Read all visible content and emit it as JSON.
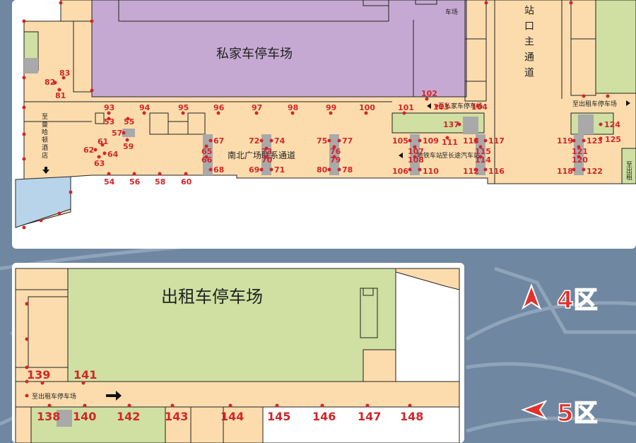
{
  "areas": {
    "private_parking": "私家车停车场",
    "private_parking_side": "车场",
    "taxi_parking": "出租车停车场",
    "exit_channel": "下一层出站口主通道",
    "south_plaza_channel": "南北广场联系通道",
    "hotel_label": "至曼哈顿酒店",
    "to_private_parking": "至私家车停车场",
    "to_metro": "地铁车站",
    "to_bus": "至长途汽车站",
    "to_taxi_upper": "至出租车停车场",
    "to_taxi_lower": "至出租车停车场",
    "edge_label": "至出租"
  },
  "zones": [
    {
      "name": "4区"
    },
    {
      "name": "5区"
    }
  ],
  "colors": {
    "background": "#6f87a0",
    "floor": "#fcdcad",
    "private_parking": "#c6a9d2",
    "taxi_parking": "#cfe0a2",
    "marker": "#d1262a",
    "zone_text": "#e0322d",
    "water": "#b8d4ea",
    "stairs": "#a9a9a9"
  },
  "markers": {
    "m93": "93",
    "m94": "94",
    "m95": "95",
    "m96": "96",
    "m97": "97",
    "m98": "98",
    "m99": "99",
    "m100": "100",
    "m101": "101",
    "m102": "102",
    "m103": "103",
    "m104": "104",
    "m82": "82",
    "m83": "83",
    "m81": "81",
    "m53": "53",
    "m55": "55",
    "m57": "57",
    "m59": "59",
    "m61": "61",
    "m62": "62",
    "m63": "63",
    "m64": "64",
    "m54": "54",
    "m56": "56",
    "m58": "58",
    "m60": "60",
    "m65": "65",
    "m66": "66",
    "m67": "67",
    "m68": "68",
    "m72": "72",
    "m73": "73",
    "m74": "74",
    "m70": "70",
    "m69": "69",
    "m71": "71",
    "m75": "75",
    "m76": "76",
    "m77": "77",
    "m79": "79",
    "m80": "80",
    "m78": "78",
    "m105": "105",
    "m107": "107",
    "m108": "108",
    "m109": "109",
    "m106": "106",
    "m110": "110",
    "m111": "111",
    "m137": "137",
    "m113": "113",
    "m115": "115",
    "m114": "114",
    "m117": "117",
    "m112": "112",
    "m116": "116",
    "m119": "119",
    "m121": "121",
    "m120": "120",
    "m123": "123",
    "m124": "124",
    "m125": "125",
    "m118": "118",
    "m122": "122",
    "m139": "139",
    "m141": "141",
    "m138": "138",
    "m140": "140",
    "m142": "142",
    "m143": "143",
    "m144": "144",
    "m145": "145",
    "m146": "146",
    "m147": "147",
    "m148": "148"
  }
}
